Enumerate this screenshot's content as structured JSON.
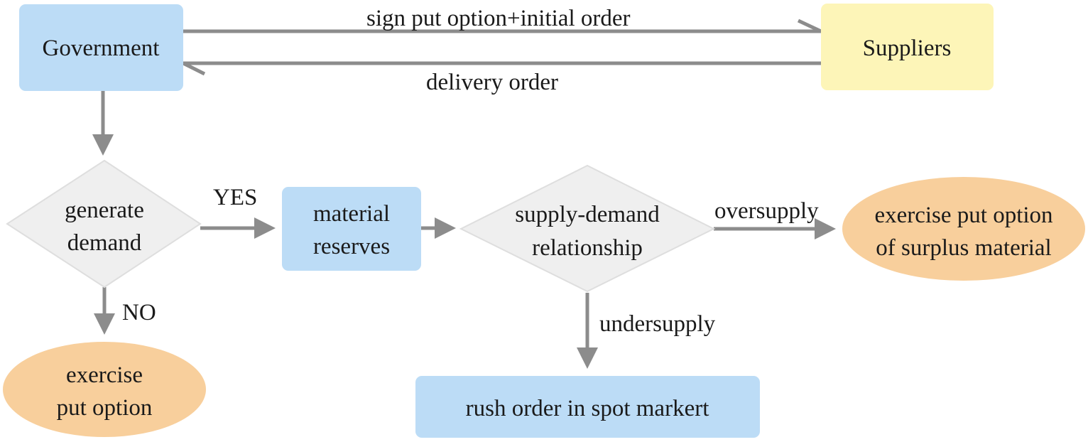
{
  "colors": {
    "box_blue": "#bcdcf6",
    "box_yellow": "#fdf5b8",
    "decision_gray": "#efefef",
    "ellipse_orange": "#f8cf9c",
    "arrow_gray": "#8c8c8c"
  },
  "nodes": {
    "government": "Government",
    "suppliers": "Suppliers",
    "generate_demand": [
      "generate",
      "demand"
    ],
    "material_reserves": [
      "material",
      "reserves"
    ],
    "supply_demand": [
      "supply-demand",
      "relationship"
    ],
    "exercise_surplus": [
      "exercise put option",
      "of surplus material"
    ],
    "exercise_put": [
      "exercise",
      "put option"
    ],
    "rush_order": "rush order in spot markert"
  },
  "edges": {
    "sign_order": "sign put option+initial order",
    "delivery_order": "delivery order",
    "yes": "YES",
    "no": "NO",
    "oversupply": "oversupply",
    "undersupply": "undersupply"
  }
}
